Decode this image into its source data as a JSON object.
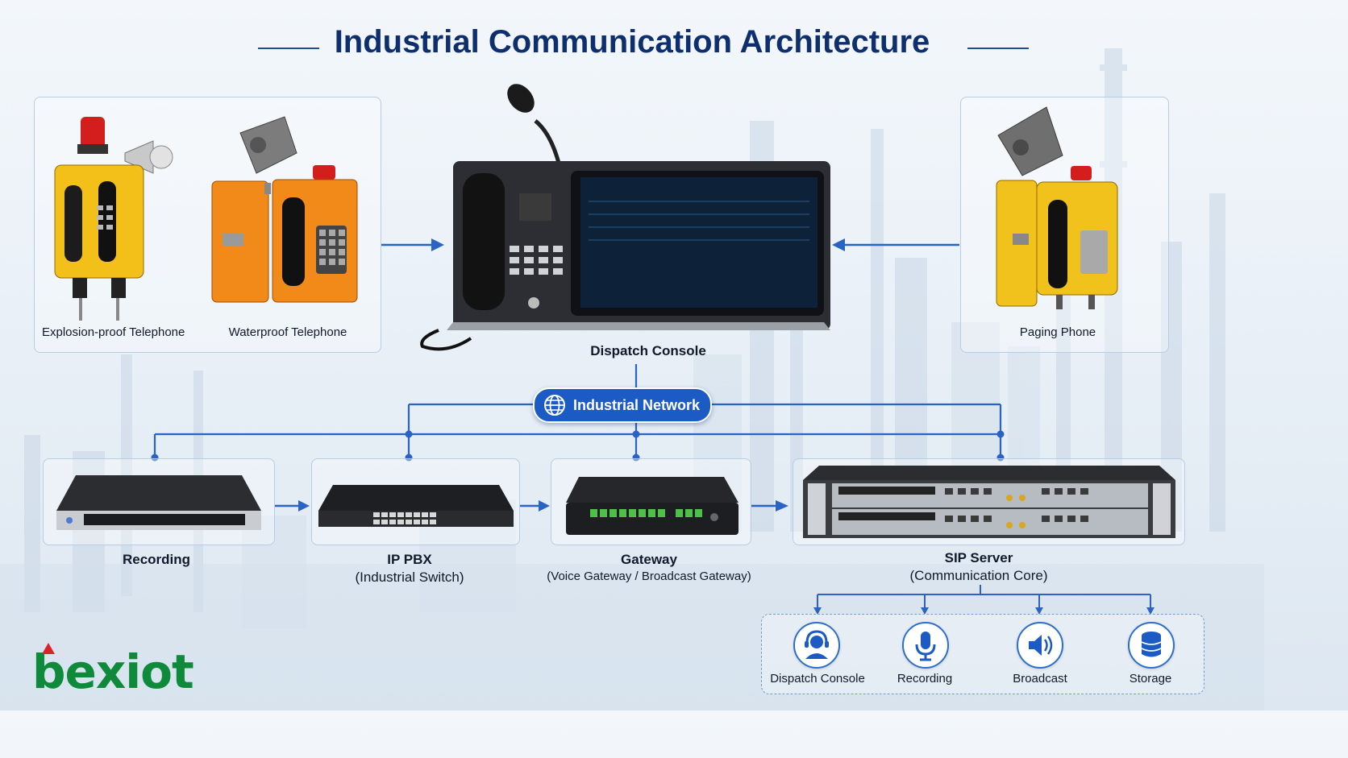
{
  "title": "Industrial Communication Architecture",
  "left_panel": {
    "items": [
      {
        "label": "Explosion-proof Telephone"
      },
      {
        "label": "Waterproof Telephone"
      }
    ]
  },
  "center": {
    "label": "Dispatch Console"
  },
  "right_panel": {
    "label": "Paging Phone"
  },
  "network": {
    "label": "Industrial Network"
  },
  "chain": [
    {
      "title": "Recording",
      "subtitle": ""
    },
    {
      "title": "IP PBX",
      "subtitle": "(Industrial Switch)"
    },
    {
      "title": "Gateway",
      "subtitle": "(Voice Gateway / Broadcast Gateway)"
    },
    {
      "title": "SIP Server",
      "subtitle": "(Communication Core)"
    }
  ],
  "services": [
    {
      "label": "Dispatch Console",
      "icon": "headset-icon"
    },
    {
      "label": "Recording",
      "icon": "microphone-icon"
    },
    {
      "label": "Broadcast",
      "icon": "speaker-icon"
    },
    {
      "label": "Storage",
      "icon": "database-icon"
    }
  ],
  "brand": {
    "logo_text": "bexiot"
  },
  "colors": {
    "accent": "#1d5bc4",
    "title": "#0e2f6e",
    "brand": "#0e8a3a",
    "brand_dot": "#d9232d"
  }
}
